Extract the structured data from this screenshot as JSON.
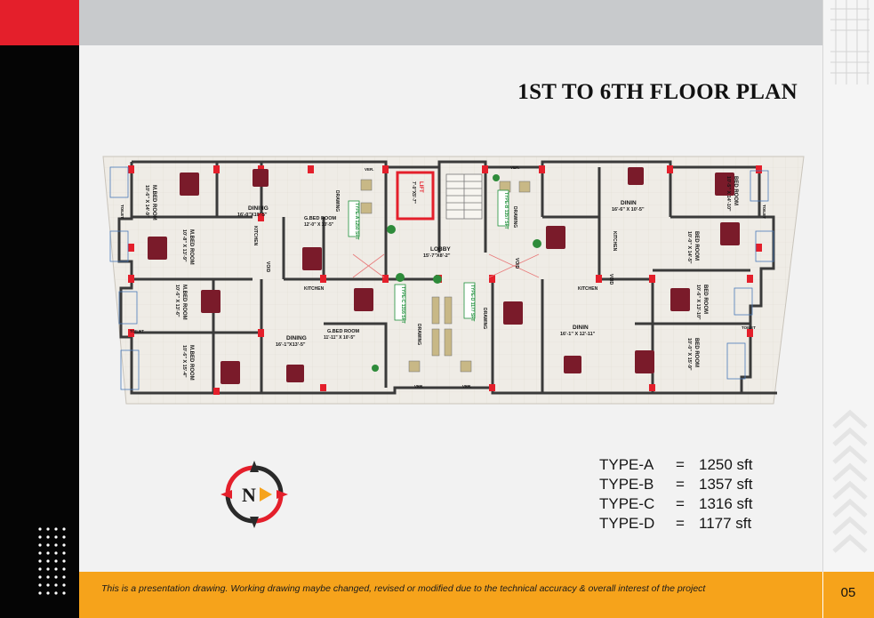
{
  "title": "1ST TO 6TH FLOOR PLAN",
  "page_number": "05",
  "footer_note": "This is a presentation drawing. Working drawing maybe changed, revised or modified due to the technical accuracy & overall interest of the project",
  "compass_letter": "N",
  "unit_types": [
    {
      "name": "TYPE-A",
      "eq": "=",
      "area": "1250 sft"
    },
    {
      "name": "TYPE-B",
      "eq": "=",
      "area": "1357 sft"
    },
    {
      "name": "TYPE-C",
      "eq": "=",
      "area": "1316 sft"
    },
    {
      "name": "TYPE-D",
      "eq": "=",
      "area": "1177 sft"
    }
  ],
  "plan_labels": {
    "mbed_tl": "M.BED ROOM",
    "mbed_tl_dim": "10'-6\" X 14'-9\"",
    "dining_a": "DINING",
    "dining_a_dim": "16'-0\"X10'-5\"",
    "gbed_a": "G.BED ROOM",
    "gbed_a_dim": "12'-0\" X 10'-5\"",
    "lift": "LIFT",
    "lift_dim": "7'-0\"X5'-7\"",
    "lobby": "LOBBY",
    "lobby_dim": "15'-7\"X8'-2\"",
    "dinin_b": "DININ",
    "dinin_b_dim": "16'-6\" X 10'-5\"",
    "bed_tr": "BED ROOM",
    "bed_tr_dim": "10'-5\" X 14'-10\"",
    "mbed_l2": "M.BED ROOM",
    "mbed_l2_dim": "10'-8\" X 13'-9\"",
    "mbed_l3": "M.BED ROOM",
    "mbed_l3_dim": "10'-6\" X 13'-6\"",
    "dining_c": "DINING",
    "dining_c_dim": "16'-1\"X13'-5\"",
    "gbed_c": "G.BED ROOM",
    "gbed_c_dim": "11'-11\" X 10'-5\"",
    "mbed_bl": "M.BED ROOM",
    "mbed_bl_dim": "10'-6\" X 15'-4\"",
    "dinin_d": "DININ",
    "dinin_d_dim": "16'-1\" X 12'-11\"",
    "bed_r2": "BED ROOM",
    "bed_r2_dim": "10'-0\" X 14'-5\"",
    "bed_r3": "BED ROOM",
    "bed_r3_dim": "10'-6\" X 13'-10\"",
    "bed_br": "BED ROOM",
    "bed_br_dim": "10'-0\" X 15'-9\"",
    "kitchen": "KITCHEN",
    "toilet": "TOILET",
    "void": "VOID",
    "ver": "VER.",
    "drawing": "DRAWING",
    "type_a": "TYPE-A 1250 SFT",
    "type_b": "TYPE-B 1357 SFT",
    "type_c": "TYPE-C 1316 SFT",
    "type_d": "TYPE-D 1177 SFT"
  },
  "colors": {
    "accent_red": "#e41f2b",
    "accent_orange": "#f6a31b",
    "wall": "#3a3a3a",
    "furniture": "#7a1b2a"
  }
}
